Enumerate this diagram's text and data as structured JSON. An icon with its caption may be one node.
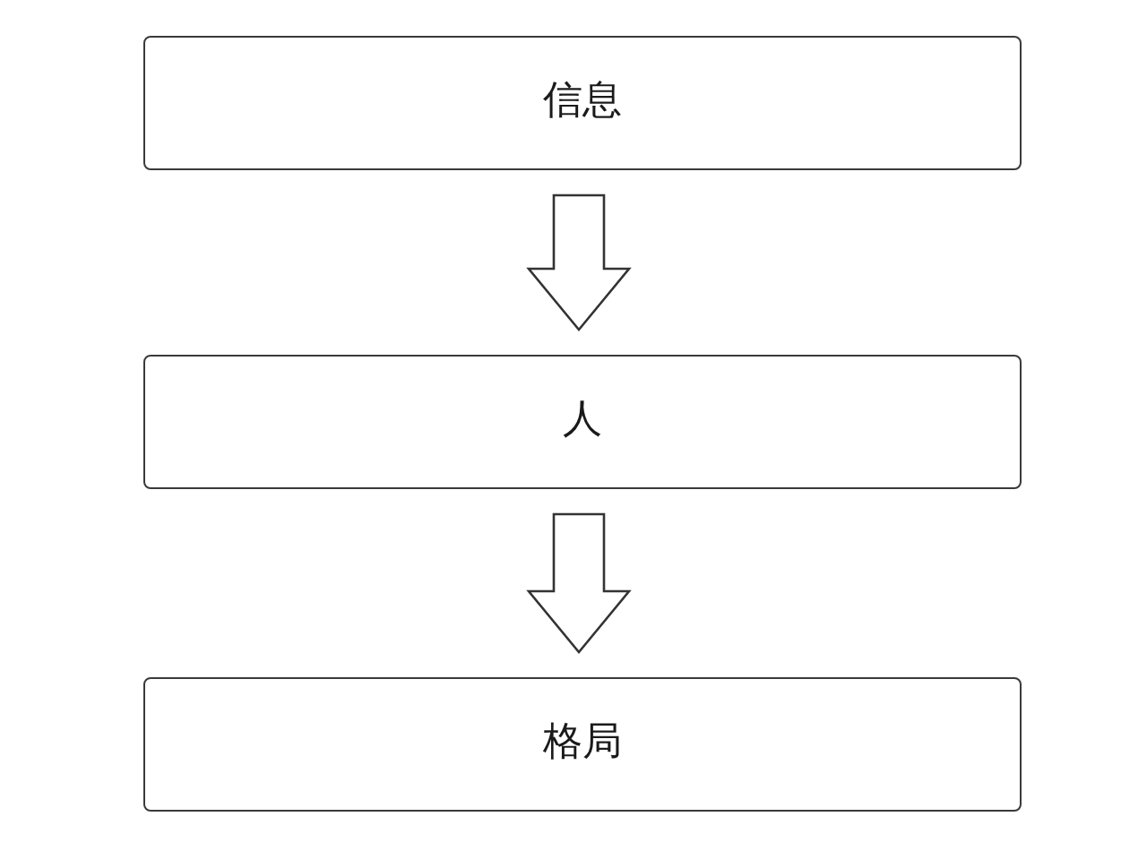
{
  "diagram": {
    "nodes": [
      {
        "text": [
          "信息"
        ]
      },
      {
        "text": [
          "人"
        ]
      },
      {
        "text": [
          "格局"
        ]
      }
    ],
    "edges": [
      {
        "from": 0,
        "to": 1,
        "arrow": "to"
      },
      {
        "from": 1,
        "to": 2,
        "arrow": "to"
      }
    ]
  }
}
